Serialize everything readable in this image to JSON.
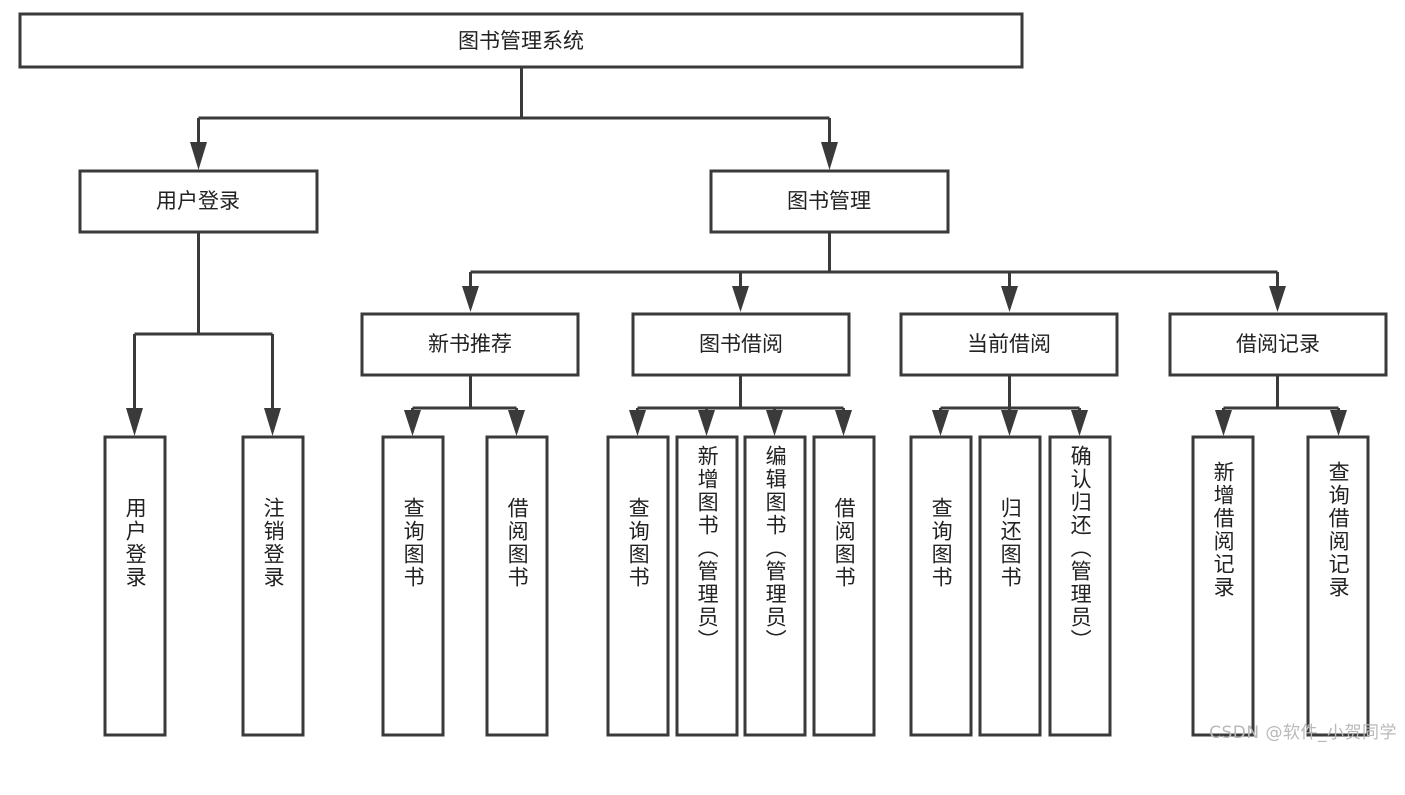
{
  "diagram": {
    "title": "图书管理系统",
    "watermark": "CSDN @软件_小贺同学",
    "style": {
      "stroke": "#3a3a3a",
      "fill": "#ffffff",
      "text": "#222222",
      "watermark_color": "#b9b9b9"
    },
    "root": {
      "id": "root",
      "label": "图书管理系统",
      "orientation": "horizontal"
    },
    "level1": [
      {
        "id": "user-login",
        "label": "用户登录",
        "orientation": "horizontal"
      },
      {
        "id": "book-manage",
        "label": "图书管理",
        "orientation": "horizontal"
      }
    ],
    "level2": [
      {
        "id": "new-book-recommend",
        "label": "新书推荐",
        "parent": "book-manage",
        "orientation": "horizontal"
      },
      {
        "id": "book-borrow",
        "label": "图书借阅",
        "parent": "book-manage",
        "orientation": "horizontal"
      },
      {
        "id": "current-borrow",
        "label": "当前借阅",
        "parent": "book-manage",
        "orientation": "horizontal"
      },
      {
        "id": "borrow-record",
        "label": "借阅记录",
        "parent": "book-manage",
        "orientation": "horizontal"
      }
    ],
    "leaves": [
      {
        "id": "leaf-user-login",
        "label": "用户登录",
        "parent": "user-login",
        "orientation": "vertical"
      },
      {
        "id": "leaf-user-logout",
        "label": "注销登录",
        "parent": "user-login",
        "orientation": "vertical"
      },
      {
        "id": "leaf-query-book-1",
        "label": "查询图书",
        "parent": "new-book-recommend",
        "orientation": "vertical"
      },
      {
        "id": "leaf-borrow-book-1",
        "label": "借阅图书",
        "parent": "new-book-recommend",
        "orientation": "vertical"
      },
      {
        "id": "leaf-query-book-2",
        "label": "查询图书",
        "parent": "book-borrow",
        "orientation": "vertical"
      },
      {
        "id": "leaf-add-book",
        "label": "新增图书（管理员）",
        "parent": "book-borrow",
        "orientation": "vertical"
      },
      {
        "id": "leaf-edit-book",
        "label": "编辑图书（管理员）",
        "parent": "book-borrow",
        "orientation": "vertical"
      },
      {
        "id": "leaf-borrow-book-2",
        "label": "借阅图书",
        "parent": "book-borrow",
        "orientation": "vertical"
      },
      {
        "id": "leaf-query-book-3",
        "label": "查询图书",
        "parent": "current-borrow",
        "orientation": "vertical"
      },
      {
        "id": "leaf-return-book",
        "label": "归还图书",
        "parent": "current-borrow",
        "orientation": "vertical"
      },
      {
        "id": "leaf-confirm-return",
        "label": "确认归还（管理员）",
        "parent": "current-borrow",
        "orientation": "vertical"
      },
      {
        "id": "leaf-add-record",
        "label": "新增借阅记录",
        "parent": "borrow-record",
        "orientation": "vertical"
      },
      {
        "id": "leaf-query-record",
        "label": "查询借阅记录",
        "parent": "borrow-record",
        "orientation": "vertical"
      }
    ]
  }
}
